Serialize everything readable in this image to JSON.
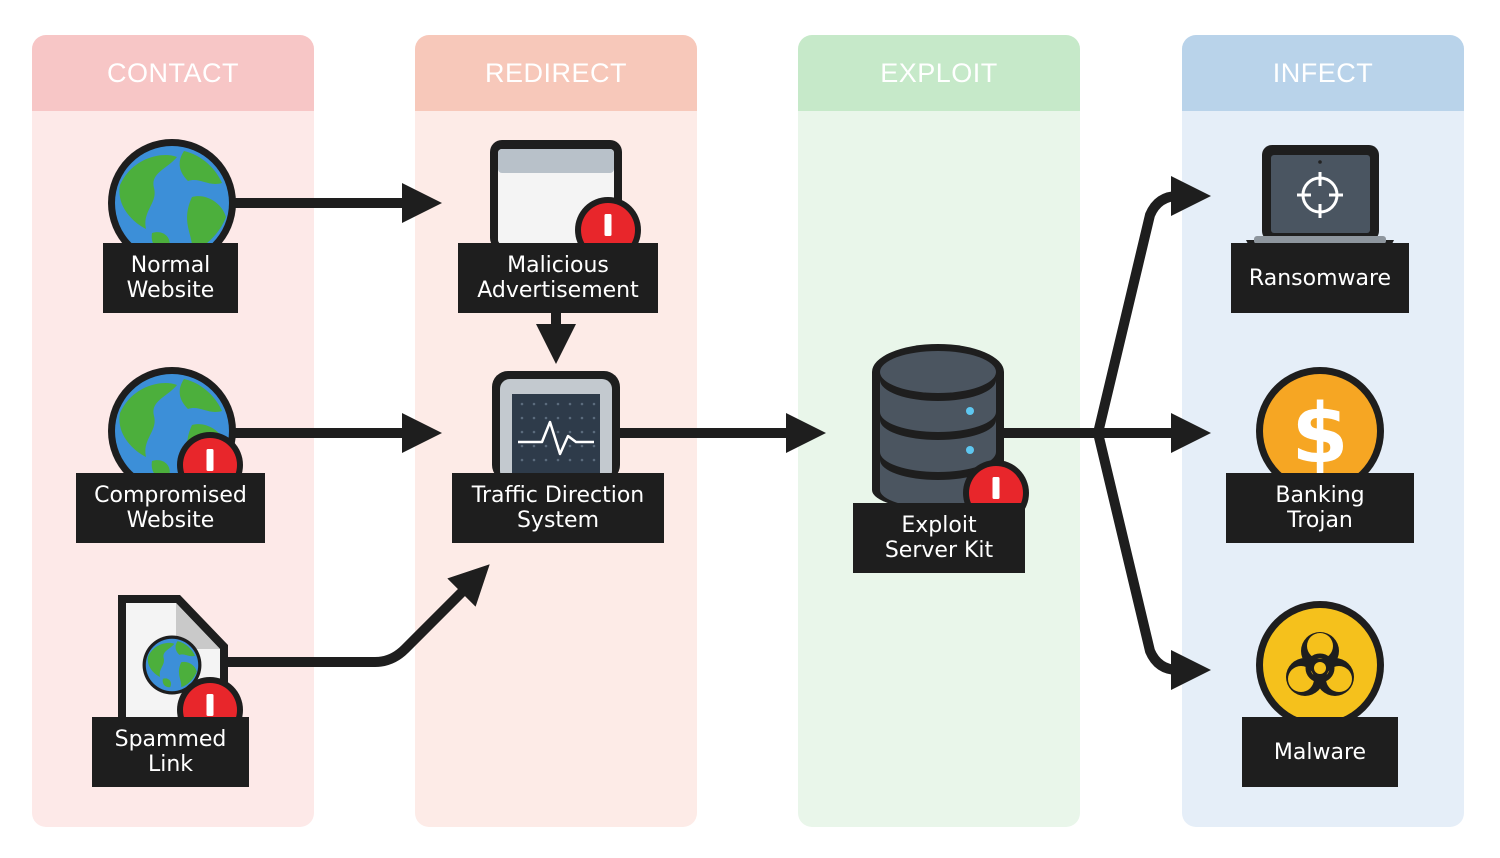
{
  "stages": {
    "contact": "CONTACT",
    "redirect": "REDIRECT",
    "exploit": "EXPLOIT",
    "infect": "INFECT"
  },
  "nodes": {
    "normal_website": "Normal\nWebsite",
    "compromised_website": "Compromised\nWebsite",
    "spammed_link": "Spammed\nLink",
    "malicious_ad": "Malicious\nAdvertisement",
    "tds": "Traffic Direction\nSystem",
    "exploit_kit": "Exploit\nServer Kit",
    "ransomware": "Ransomware",
    "banking_trojan": "Banking\nTrojan",
    "malware": "Malware"
  },
  "icons": {
    "normal_website": "globe-icon",
    "compromised_website": "globe-alert-icon",
    "spammed_link": "document-globe-alert-icon",
    "malicious_ad": "browser-window-alert-icon",
    "tds": "monitor-pulse-icon",
    "exploit_kit": "database-server-alert-icon",
    "ransomware": "laptop-crosshair-icon",
    "banking_trojan": "dollar-coin-icon",
    "malware": "biohazard-icon"
  },
  "colors": {
    "contact_header": "#f7c6c6",
    "redirect_header": "#f7c8ba",
    "exploit_header": "#c6e9c9",
    "infect_header": "#b9d3ea",
    "alert_red": "#e8262b",
    "coin_orange": "#f6a623",
    "hazard_yellow": "#f5c11c"
  }
}
